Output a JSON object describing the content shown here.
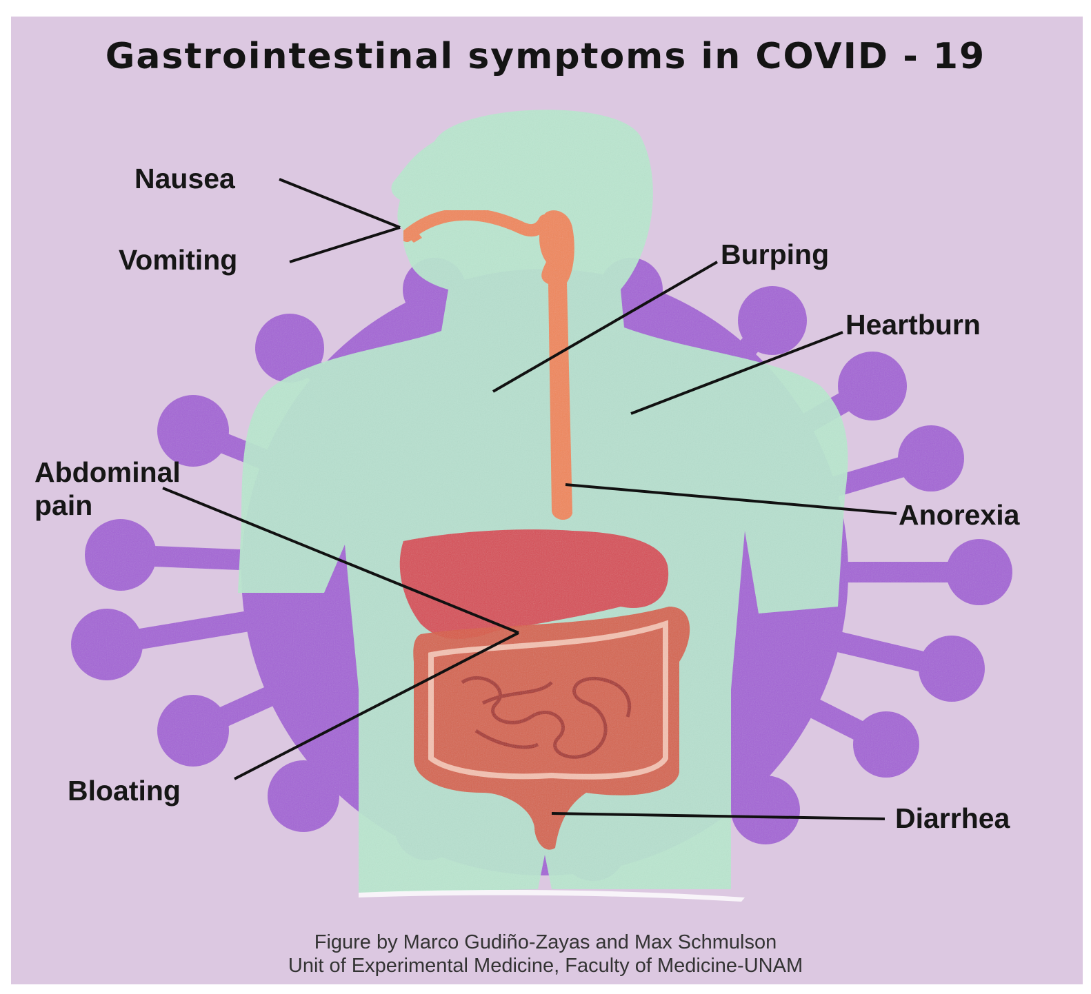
{
  "title": "Gastrointestinal symptoms in COVID - 19",
  "labels": {
    "nausea": "Nausea",
    "vomiting": "Vomiting",
    "burping": "Burping",
    "heartburn": "Heartburn",
    "abdominal_pain_line1": "Abdominal",
    "abdominal_pain_line2": "pain",
    "anorexia": "Anorexia",
    "bloating": "Bloating",
    "diarrhea": "Diarrhea"
  },
  "credit": {
    "line1": "Figure by Marco Gudiño-Zayas and Max Schmulson",
    "line2": "Unit of Experimental Medicine, Faculty of Medicine-UNAM"
  },
  "colors": {
    "background": "#dcc8e1",
    "virus": "#a463d6",
    "body": "#b8e8cf",
    "esophagus": "#f0875a",
    "stomach": "#d8454f",
    "intestine": "#d85a42",
    "text": "#161616"
  }
}
